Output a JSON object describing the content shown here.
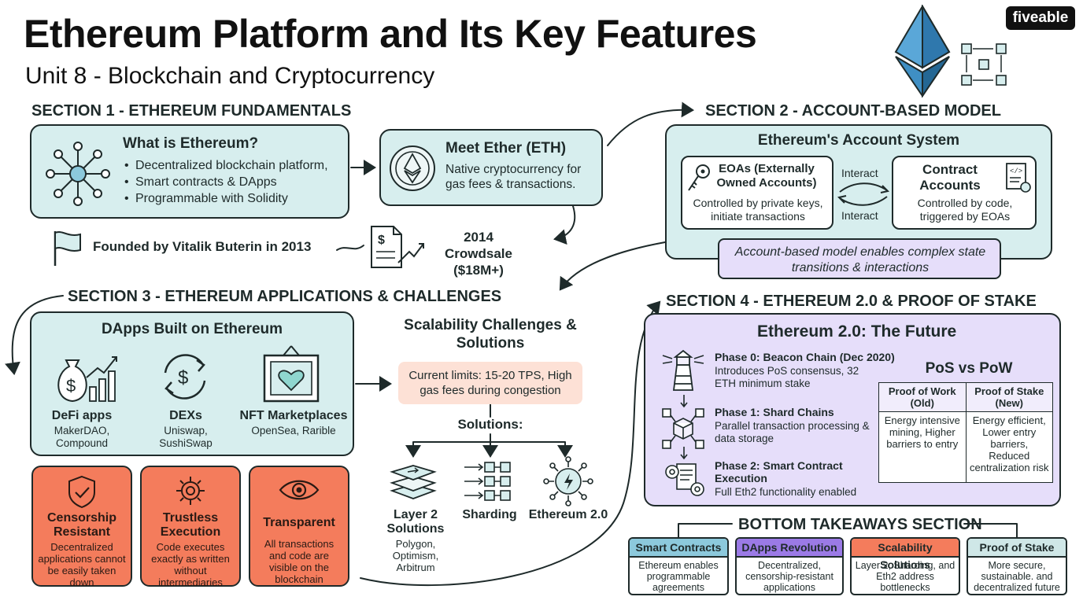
{
  "header": {
    "title": "Ethereum Platform and Its Key Features",
    "subtitle": "Unit 8 - Blockchain and Cryptocurrency",
    "brand": "fiveable"
  },
  "section1": {
    "heading": "SECTION 1 - ETHEREUM FUNDAMENTALS",
    "what_is": {
      "title": "What is Ethereum?",
      "bullets": [
        "Decentralized blockchain platform,",
        "Smart contracts & DApps",
        "Programmable with Solidity"
      ]
    },
    "ether": {
      "title": "Meet Ether (ETH)",
      "text": "Native cryptocurrency for gas fees & transactions."
    },
    "founded": "Founded by Vitalik Buterin in 2013",
    "crowdsale": "2014 Crowdsale ($18M+)"
  },
  "section2": {
    "heading": "SECTION 2 - ACCOUNT-BASED MODEL",
    "title": "Ethereum's Account System",
    "eoa": {
      "title": "EOAs (Externally Owned Accounts)",
      "text": "Controlled by private keys, initiate transactions"
    },
    "contract": {
      "title": "Contract Accounts",
      "text": "Controlled by code, triggered by EOAs"
    },
    "interact_top": "Interact",
    "interact_bottom": "Interact",
    "note": "Account-based model enables complex state transitions & interactions"
  },
  "section3": {
    "heading": "SECTION 3 - ETHEREUM APPLICATIONS & CHALLENGES",
    "dapps": {
      "title": "DApps Built on Ethereum",
      "items": [
        {
          "title": "DeFi apps",
          "text": "MakerDAO, Compound"
        },
        {
          "title": "DEXs",
          "text": "Uniswap, SushiSwap"
        },
        {
          "title": "NFT Marketplaces",
          "text": "OpenSea, Rarible"
        }
      ]
    },
    "pillars": [
      {
        "title": "Censorship Resistant",
        "text": "Decentralized applications cannot be easily taken down"
      },
      {
        "title": "Trustless Execution",
        "text": "Code executes exactly as written without intermediaries"
      },
      {
        "title": "Transparent",
        "text": "All transactions and code are visible on the blockchain"
      }
    ],
    "scalability": {
      "title": "Scalability Challenges & Solutions",
      "limits": "Current limits: 15-20 TPS, High gas fees during congestion",
      "solutions_label": "Solutions:",
      "solutions": [
        {
          "title": "Layer 2 Solutions",
          "text": "Polygon, Optimism, Arbitrum"
        },
        {
          "title": "Sharding",
          "text": ""
        },
        {
          "title": "Ethereum 2.0",
          "text": ""
        }
      ]
    }
  },
  "section4": {
    "heading": "SECTION 4 - ETHEREUM 2.0 & PROOF OF STAKE",
    "title": "Ethereum 2.0: The Future",
    "phases": [
      {
        "title": "Phase 0: Beacon Chain (Dec 2020)",
        "text": "Introduces PoS consensus, 32 ETH minimum stake"
      },
      {
        "title": "Phase 1: Shard Chains",
        "text": "Parallel transaction processing & data storage"
      },
      {
        "title": "Phase 2: Smart Contract Execution",
        "text": "Full Eth2 functionality enabled"
      }
    ],
    "compare": {
      "title": "PoS vs PoW",
      "col1": "Proof of Work (Old)",
      "col2": "Proof of Stake (New)",
      "cell1": "Energy intensive mining, Higher barriers to entry",
      "cell2": "Energy efficient, Lower entry barriers, Reduced centralization risk"
    }
  },
  "takeaways": {
    "heading": "BOTTOM TAKEAWAYS SECTION",
    "items": [
      {
        "title": "Smart Contracts",
        "text": "Ethereum enables programmable agreements",
        "color": "#8cc9dc"
      },
      {
        "title": "DApps Revolution",
        "text": "Decentralized, censorship-resistant applications",
        "color": "#9b7ae6"
      },
      {
        "title": "Scalability Solutions",
        "text": "Layer 2, Sharding, and Eth2 address bottlenecks",
        "color": "#f47c5c"
      },
      {
        "title": "Proof of Stake",
        "text": "More secure, sustainable. and decentralized future",
        "color": "#cfe7e7"
      }
    ]
  },
  "colors": {
    "teal": "#d7eeee",
    "lavender": "#e6defa",
    "peach": "#fde1d6",
    "coral": "#f47c5c",
    "eth_blue": "#3f8fc4"
  },
  "icons": [
    "ethereum-logo",
    "block-network-icon",
    "network-hub-icon",
    "eth-coin-icon",
    "flag-icon",
    "document-chart-icon",
    "key-icon",
    "contract-scroll-icon",
    "money-bag-chart-icon",
    "dollar-cycle-icon",
    "heart-frame-icon",
    "shield-check-icon",
    "gear-icon",
    "eye-icon",
    "layers-icon",
    "sharding-grid-icon",
    "eth-network-icon",
    "lighthouse-icon",
    "cube-network-icon",
    "gear-document-icon"
  ]
}
